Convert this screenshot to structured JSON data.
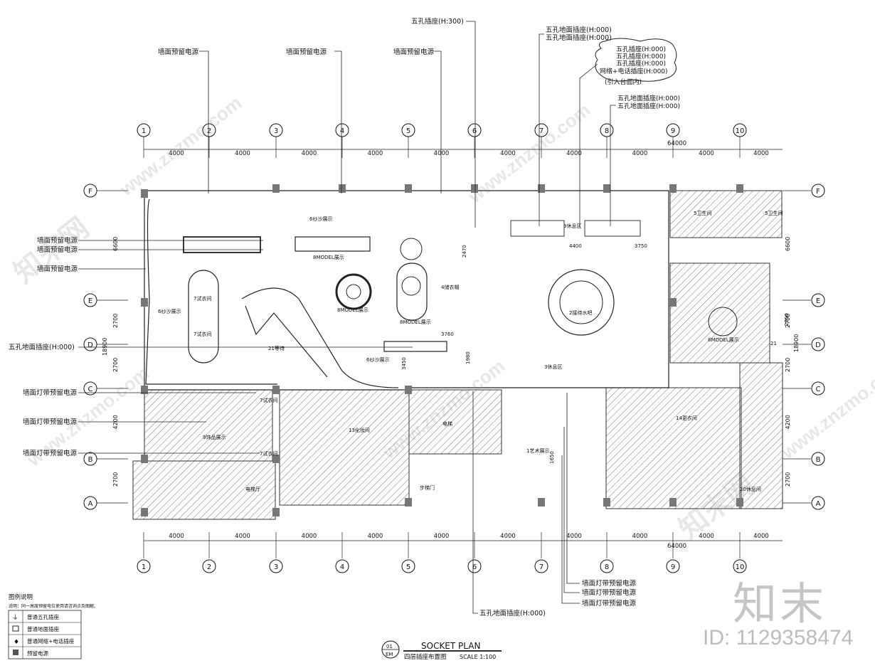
{
  "title": {
    "main": "SOCKET PLAN",
    "sub": "四层插座布置图",
    "scale": "SCALE 1:100",
    "bubble_top": "01",
    "bubble_bottom": "EM"
  },
  "watermark": {
    "brand": "知末",
    "id": "ID: 1129358474",
    "diagonal": "www.znzmo.com",
    "logo": "知末网"
  },
  "grid": {
    "cols": [
      "1",
      "2",
      "3",
      "4",
      "5",
      "6",
      "7",
      "8",
      "9",
      "10"
    ],
    "rows": [
      "F",
      "E",
      "D",
      "C",
      "B",
      "A"
    ],
    "col_dims": [
      "4000",
      "4000",
      "4000",
      "4000",
      "4000",
      "4000",
      "4000",
      "4000",
      "4000",
      "4000"
    ],
    "total": "64000",
    "right_dims": [
      "6600",
      "2700",
      "2700",
      "4200",
      "2700"
    ],
    "right_total": "18900",
    "left_dims": [
      "6600",
      "2700",
      "2700",
      "4200",
      "2700"
    ],
    "left_total": "18900"
  },
  "callouts": {
    "top": [
      "墙面预留电源",
      "墙面预留电源",
      "墙面预留电源",
      "五孔插座(H:300)",
      "五孔地面插座(H:000)",
      "五孔地面插座(H:000)"
    ],
    "cloud": [
      "五孔插座(H:000)",
      "五孔插座(H:000)",
      "五孔插座(H:000)",
      "网络+电话插座(H:000)",
      "(引入台面内)"
    ],
    "right_top": [
      "五孔地面插座(H:000)",
      "五孔地面插座(H:000)"
    ],
    "left": [
      "墙面预留电源",
      "墙面预留电源",
      "墙面预留电源",
      "五孔地面插座(H:000)",
      "墙面灯带预留电源",
      "墙面灯带预留电源",
      "墙面灯带预留电源"
    ],
    "bottom": [
      "五孔地面插座(H:000)",
      "墙面灯带预留电源",
      "墙面灯带预留电源",
      "墙面灯带预留电源"
    ]
  },
  "rooms": [
    "6纱沙展示",
    "8MODEL展示",
    "4储衣帽",
    "3休息区",
    "7试衣间",
    "7试衣间",
    "6纱沙展示",
    "8MODEL展示",
    "8MODEL展示",
    "2接待水吧",
    "8MODEL展示",
    "21等待",
    "6纱沙展示",
    "3休息区",
    "1艺术展示",
    "9饰品展示",
    "13化妆间",
    "14更衣间",
    "20休息间",
    "5卫生间",
    "5卫生间",
    "7试衣间",
    "7试衣间",
    "电梯厅",
    "电梯",
    "步梯门",
    "21"
  ],
  "inner_dims": [
    "2470",
    "3760",
    "1980",
    "3450",
    "4400",
    "3750",
    "2700",
    "1650"
  ],
  "legend": {
    "title": "图例说明",
    "note": "说明：同一高度预留电位使用请咨询点及图解。",
    "items": [
      "普通五孔插座",
      "普通地面插座",
      "普通网络+电话插座",
      "预留电源"
    ]
  }
}
